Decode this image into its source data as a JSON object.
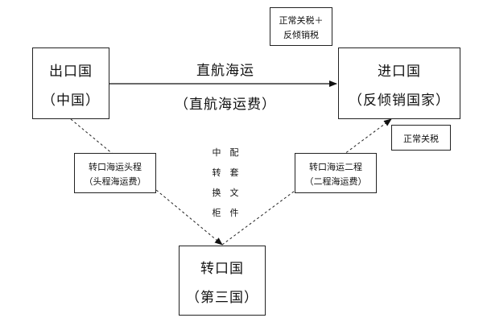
{
  "export_country": {
    "name": "出口国",
    "sub": "（中国）"
  },
  "import_country": {
    "name": "进口国",
    "sub": "（反倾销国家）"
  },
  "transit_country": {
    "name": "转口国",
    "sub": "（第三国）"
  },
  "tariff_top": {
    "line1": "正常关税＋",
    "line2": "反倾销税"
  },
  "tariff_bottom": "正常关税",
  "direct_route": {
    "label": "直航海运",
    "sub": "（直航海运费）"
  },
  "first_leg": {
    "line1": "转口海运头程",
    "line2": "（头程海运费）"
  },
  "second_leg": {
    "line1": "转口海运二程",
    "line2": "（二程海运费）"
  },
  "middle_columns": {
    "left": [
      "中",
      "转",
      "换",
      "柜"
    ],
    "right": [
      "配",
      "套",
      "文",
      "件"
    ]
  }
}
